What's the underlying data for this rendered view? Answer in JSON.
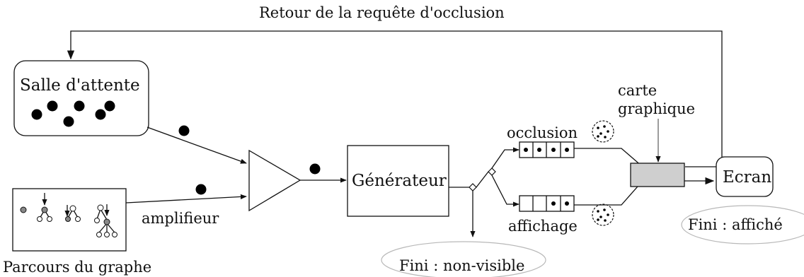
{
  "labels": {
    "feedback": "Retour de la requête d'occlusion",
    "waiting_room": "Salle d'attente",
    "traversal": "Parcours du graphe",
    "amplifier": "amplifieur",
    "generator": "Générateur",
    "occlusion": "occlusion",
    "display": "affichage",
    "graphics_card_line1": "carte",
    "graphics_card_line2": "graphique",
    "screen": "Ecran",
    "done_invisible": "Fini : non-visible",
    "done_displayed": "Fini : affiché"
  },
  "colors": {
    "stroke": "#111111",
    "gpu_fill": "#cfcfcf",
    "gray_node": "#888888",
    "ellipse_stroke": "#b8b8b8"
  }
}
